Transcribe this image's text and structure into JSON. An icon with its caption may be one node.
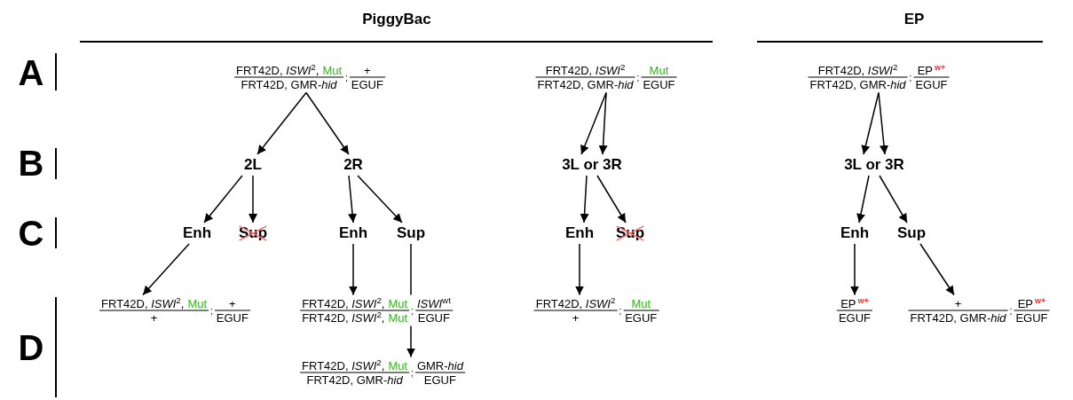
{
  "diagram": {
    "nodes": [
      {
        "text": [
          "FRT42D, *ISWI*$^{2}$,",
          "Mut",
          "FRT42D, GMR-*hid*",
          ";",
          "+",
          "EGUF"
        ]
      },
      {
        "text": [
          "FRT42D, *ISWI*$^{2}$",
          "FRT42D, GMR-*hid*",
          ";",
          "Mut",
          "EGUF"
        ]
      },
      {
        "text": [
          "FRT42D, *ISWI*$^{2}$",
          "FRT42D, GMR-*hid*",
          ";",
          "EP",
          "w+",
          "EGUF"
        ]
      },
      {
        "text": [
          "2L"
        ]
      },
      {
        "text": [
          "2R"
        ]
      },
      {
        "text": [
          "3L or 3R"
        ]
      },
      {
        "text": [
          "3L or 3R"
        ]
      },
      {
        "text": [
          "Enh"
        ]
      },
      {
        "text": [
          "Sup"
        ]
      },
      {
        "text": [
          "Enh"
        ]
      },
      {
        "text": [
          "Sup"
        ]
      },
      {
        "text": [
          "Enh"
        ]
      },
      {
        "text": [
          "Sup"
        ]
      },
      {
        "text": [
          "Enh"
        ]
      },
      {
        "text": [
          "Sup"
        ]
      },
      {
        "text": [
          "FRT42D, *ISWI*$^{2}$,",
          "Mut",
          "+",
          ";",
          "+",
          "EGUF"
        ]
      },
      {
        "text": [
          "FRT42D, *ISWI*$^{2}$,",
          "Mut",
          "FRT42D, *ISWI*$^{2}$,",
          "Mut",
          ";",
          "*ISWI*$^{wt}$",
          "EGUF"
        ]
      },
      {
        "text": [
          "FRT42D, *ISWI*$^{2}$,",
          "Mut",
          "FRT42D, GMR-*hid*",
          ";",
          "GMR-*hid*",
          "EGUF"
        ]
      },
      {
        "text": [
          "FRT42D, *ISWI*$^{2}$",
          "+",
          ";",
          "Mut",
          "EGUF"
        ]
      },
      {
        "text": [
          "EP",
          "w+",
          "EGUF"
        ]
      },
      {
        "text": [
          "+",
          "FRT42D, GMR-*hid*",
          ";",
          "EP",
          "w+",
          "EGUF"
        ]
      }
    ],
    "edges": [
      {
        "from": 0,
        "to": 3,
        "arrow": "to"
      },
      {
        "from": 0,
        "to": 4,
        "arrow": "to"
      },
      {
        "from": 3,
        "to": 7,
        "arrow": "to"
      },
      {
        "from": 3,
        "to": 8,
        "arrow": "to"
      },
      {
        "from": 4,
        "to": 9,
        "arrow": "to"
      },
      {
        "from": 4,
        "to": 10,
        "arrow": "to"
      },
      {
        "from": 7,
        "to": 15,
        "arrow": "to"
      },
      {
        "from": 9,
        "to": 16,
        "arrow": "to"
      },
      {
        "from": 10,
        "to": 16,
        "arrow": "none"
      },
      {
        "from": 16,
        "to": 17,
        "arrow": "to"
      },
      {
        "from": 1,
        "to": 5,
        "arrow": "to"
      },
      {
        "from": 1,
        "to": 5,
        "arrow": "to"
      },
      {
        "from": 5,
        "to": 11,
        "arrow": "to"
      },
      {
        "from": 5,
        "to": 12,
        "arrow": "to"
      },
      {
        "from": 11,
        "to": 18,
        "arrow": "to"
      },
      {
        "from": 2,
        "to": 6,
        "arrow": "to"
      },
      {
        "from": 2,
        "to": 6,
        "arrow": "to"
      },
      {
        "from": 6,
        "to": 13,
        "arrow": "to"
      },
      {
        "from": 6,
        "to": 14,
        "arrow": "to"
      },
      {
        "from": 13,
        "to": 19,
        "arrow": "to"
      },
      {
        "from": 14,
        "to": 20,
        "arrow": "to"
      }
    ],
    "labels": [
      "PiggyBac",
      "EP",
      "A",
      "B",
      "C",
      "D"
    ]
  }
}
